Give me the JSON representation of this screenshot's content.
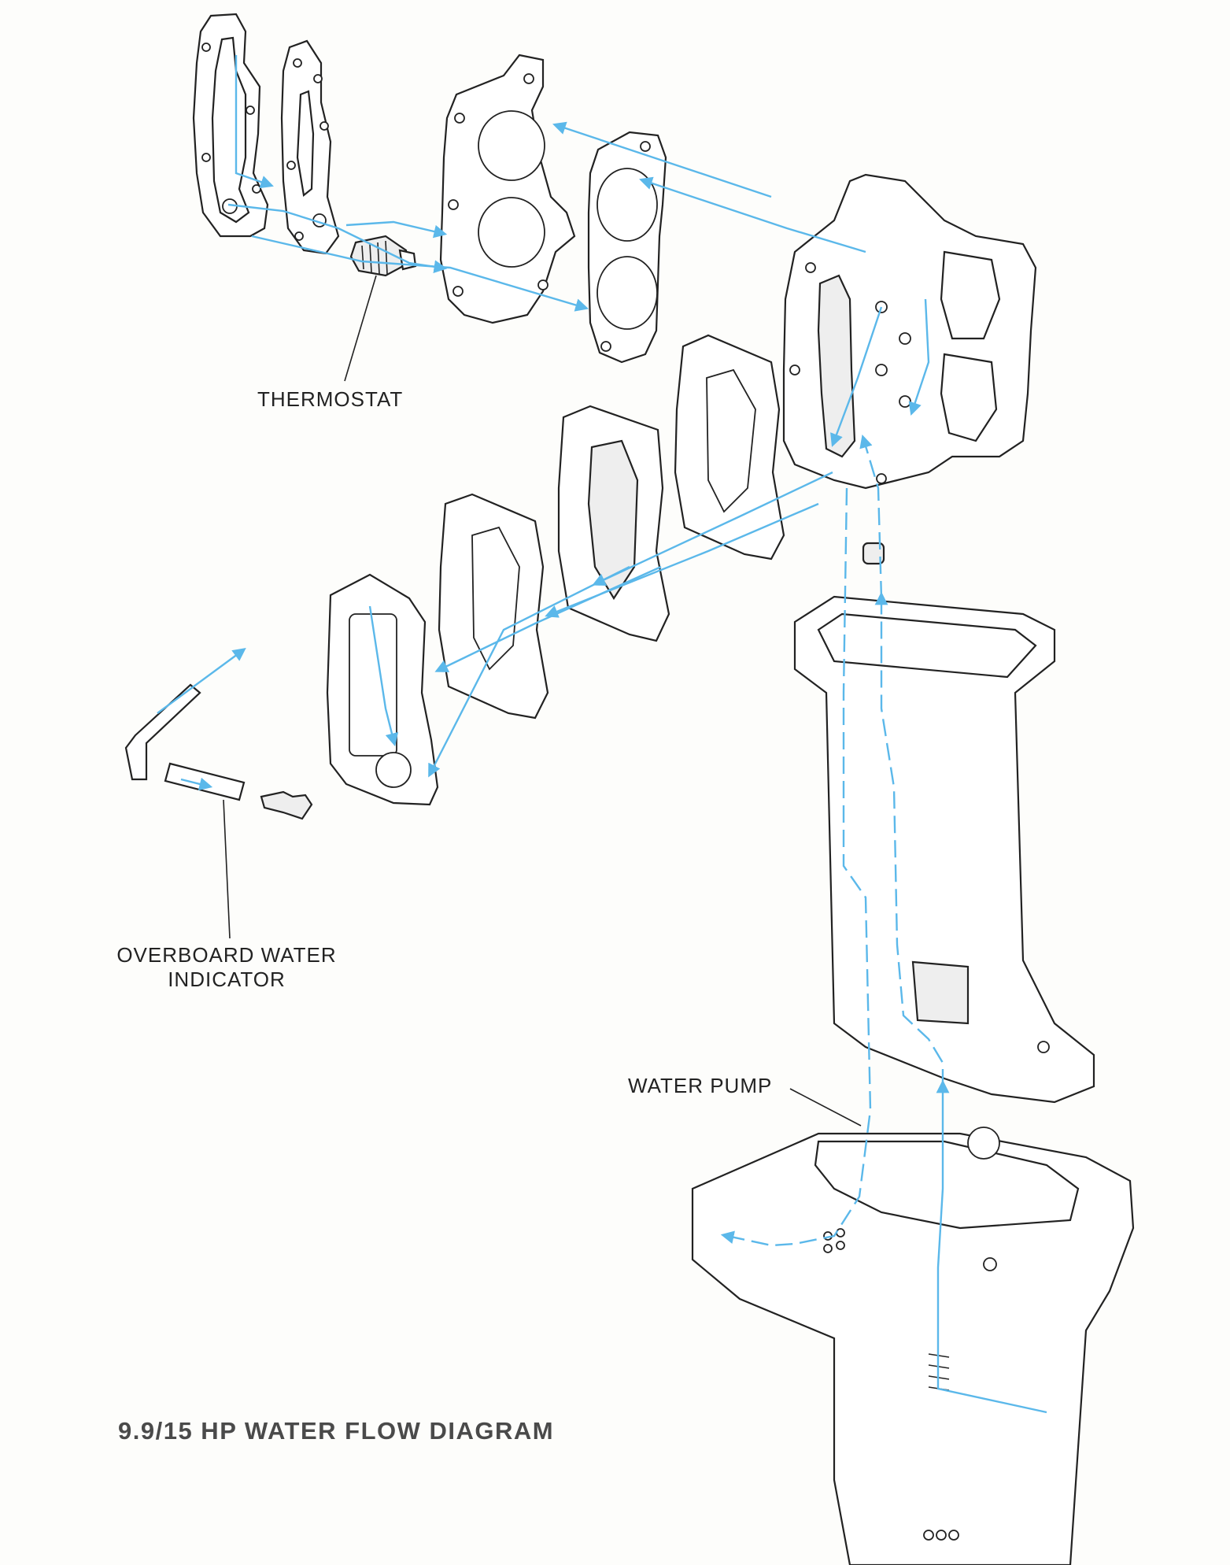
{
  "diagram": {
    "title": "9.9/15 HP WATER FLOW DIAGRAM",
    "labels": {
      "thermostat": "THERMOSTAT",
      "overboard_line1": "OVERBOARD WATER",
      "overboard_line2": "INDICATOR",
      "water_pump": "WATER PUMP"
    },
    "colors": {
      "flow": "#5bb8ea",
      "outline": "#222222",
      "title": "#4a4a4a"
    }
  }
}
